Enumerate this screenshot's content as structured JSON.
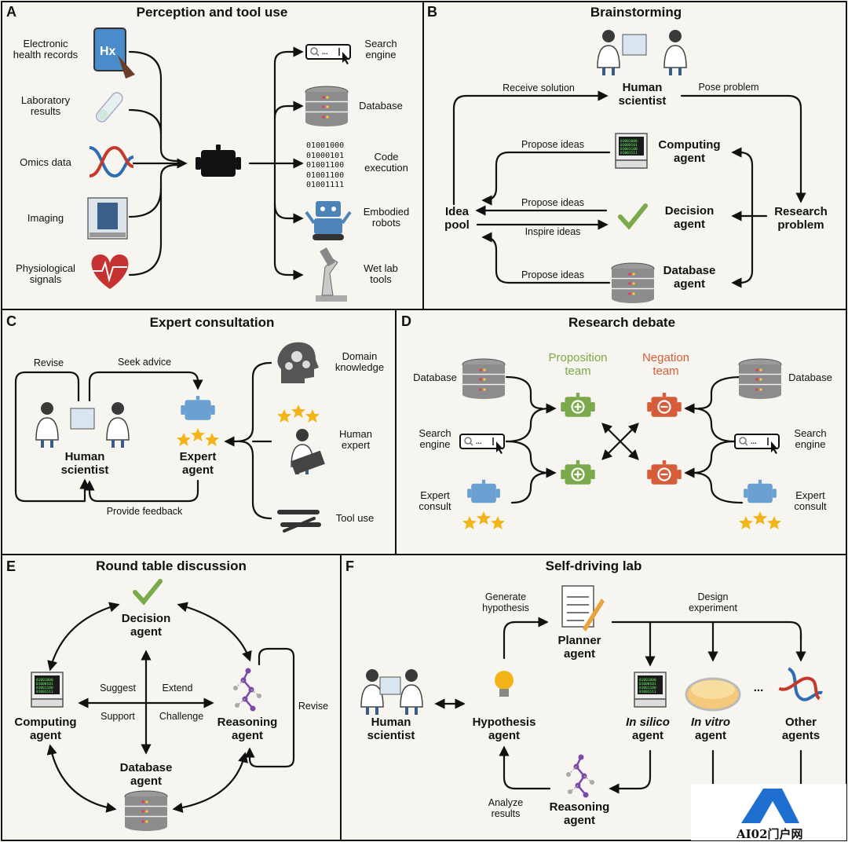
{
  "colors": {
    "panel_bg": "#f7f5ef",
    "green": "#7aaa49",
    "orange": "#d65c3a",
    "blue": "#6aa0d2",
    "star": "#f2b417"
  },
  "panels": {
    "A": {
      "letter": "A",
      "title": "Perception and tool use",
      "inputs": [
        "Electronic\nhealth records",
        "Laboratory\nresults",
        "Omics data",
        "Imaging",
        "Physiological\nsignals"
      ],
      "tools": [
        "Search\nengine",
        "Database",
        "Code\nexecution",
        "Embodied\nrobots",
        "Wet lab\ntools"
      ],
      "code_text": "01001000\n01000101\n01001100\n01001100\n01001111"
    },
    "B": {
      "letter": "B",
      "title": "Brainstorming",
      "human": "Human\nscientist",
      "receive": "Receive solution",
      "pose": "Pose problem",
      "computing": "Computing\nagent",
      "decision": "Decision\nagent",
      "database": "Database\nagent",
      "idea_pool": "Idea\npool",
      "research_problem": "Research\nproblem",
      "propose1": "Propose ideas",
      "propose2": "Propose ideas",
      "inspire": "Inspire ideas",
      "propose3": "Propose ideas"
    },
    "C": {
      "letter": "C",
      "title": "Expert consultation",
      "revise": "Revise",
      "seek": "Seek advice",
      "feedback": "Provide feedback",
      "human": "Human\nscientist",
      "expert_agent": "Expert\nagent",
      "domain": "Domain\nknowledge",
      "human_expert": "Human\nexpert",
      "tool_use": "Tool use"
    },
    "D": {
      "letter": "D",
      "title": "Research debate",
      "proposition": "Proposition\nteam",
      "negation": "Negation\nteam",
      "database_l": "Database",
      "search_l": "Search\nengine",
      "expert_l": "Expert\nconsult",
      "database_r": "Database",
      "search_r": "Search\nengine",
      "expert_r": "Expert\nconsult"
    },
    "E": {
      "letter": "E",
      "title": "Round table discussion",
      "decision": "Decision\nagent",
      "computing": "Computing\nagent",
      "reasoning": "Reasoning\nagent",
      "database": "Database\nagent",
      "suggest": "Suggest",
      "extend": "Extend",
      "support": "Support",
      "challenge": "Challenge",
      "revise": "Revise"
    },
    "F": {
      "letter": "F",
      "title": "Self-driving lab",
      "generate": "Generate\nhypothesis",
      "design": "Design\nexperiment",
      "planner": "Planner\nagent",
      "human": "Human\nscientist",
      "hypothesis": "Hypothesis\nagent",
      "in_silico": "In silico\nagent",
      "in_vitro": "In vitro\nagent",
      "ellipsis": "...",
      "other": "Other\nagents",
      "analyze": "Analyze\nresults",
      "reasoning": "Reasoning\nagent"
    }
  },
  "watermark": {
    "text": "AI02门户网"
  }
}
